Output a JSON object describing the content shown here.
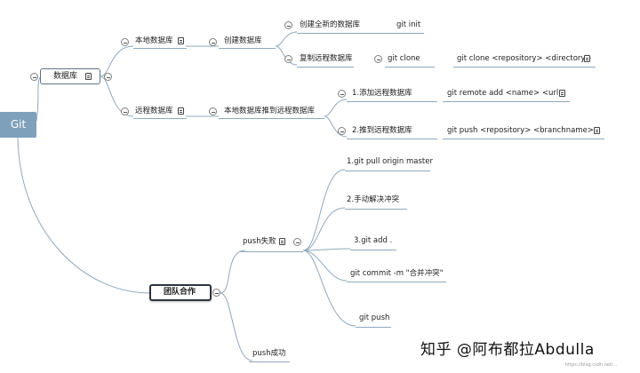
{
  "root": {
    "label": "Git"
  },
  "repo": {
    "label": "数据库",
    "local": {
      "label": "本地数据库",
      "create": {
        "label": "创建数据库",
        "new_repo": {
          "label": "创建全新的数据库",
          "cmd": "git init"
        },
        "clone_repo": {
          "label": "复制远程数据库",
          "cmd": "git clone",
          "detail": "git clone <repository> <directory>"
        }
      }
    },
    "remote": {
      "label": "远程数据库",
      "push_to_remote": {
        "label": "本地数据库推到远程数据库",
        "step1": {
          "label": "1.添加远程数据库",
          "cmd": "git remote add <name> <url>"
        },
        "step2": {
          "label": "2.推到远程数据库",
          "cmd": "git push <repository> <branchname>..."
        }
      }
    }
  },
  "team": {
    "label": "团队合作",
    "push_fail": {
      "label": "push失败",
      "steps": [
        "1.git pull origin master",
        "2.手动解决冲突",
        "3.git add .",
        "git commit -m \"合并冲突\"",
        "git push"
      ]
    },
    "push_success": {
      "label": "push成功"
    }
  },
  "watermark": "知乎 @阿布都拉Abdulla",
  "watermark_url": "https://blog.csdn.net/..."
}
